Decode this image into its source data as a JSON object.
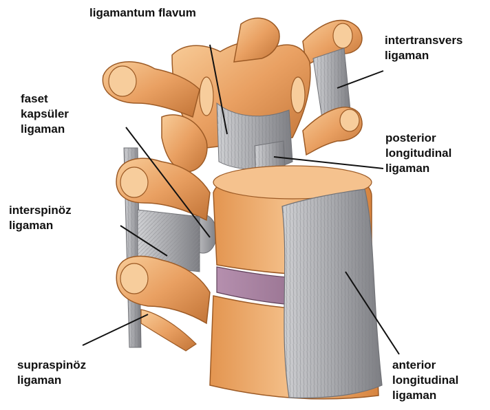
{
  "labels": {
    "ligamentum_flavum": {
      "lines": [
        "ligamantum flavum"
      ]
    },
    "intertransvers": {
      "lines": [
        "intertransvers",
        "ligaman"
      ]
    },
    "faset": {
      "lines": [
        "faset",
        "kapsüler",
        "ligaman"
      ]
    },
    "posterior": {
      "lines": [
        "posterior",
        "longitudinal",
        "ligaman"
      ]
    },
    "interspinoz": {
      "lines": [
        "interspinöz",
        "ligaman"
      ]
    },
    "supraspinoz": {
      "lines": [
        "supraspinöz",
        "ligaman"
      ]
    },
    "anterior": {
      "lines": [
        "anterior",
        "longitudinal",
        "ligaman"
      ]
    }
  },
  "colors": {
    "bone": "#e9a062",
    "bone_light": "#f6c38e",
    "bone_dark": "#b8692f",
    "ligament": "#a9aaae",
    "ligament_light": "#d3d4d6",
    "disc": "#9e7b98",
    "leader": "#111111"
  }
}
